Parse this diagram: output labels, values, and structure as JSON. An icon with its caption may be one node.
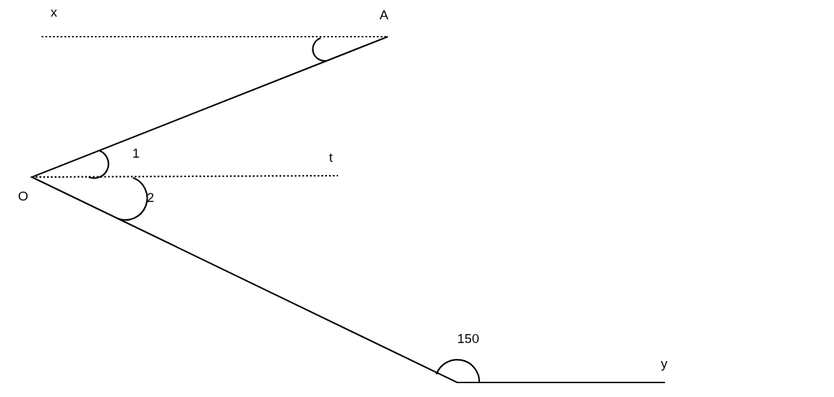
{
  "diagram": {
    "labels": [
      "x",
      "A",
      "1",
      "t",
      "O",
      "2",
      "150",
      "y"
    ]
  }
}
